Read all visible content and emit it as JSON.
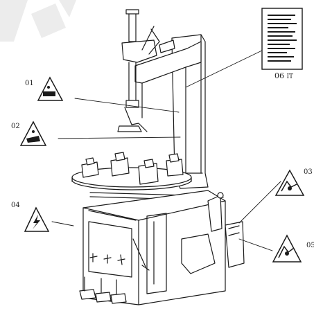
{
  "callouts": [
    {
      "id": "01",
      "label": "01",
      "icon": "warning-crush-icon"
    },
    {
      "id": "02",
      "label": "02",
      "icon": "warning-hand-crush-icon"
    },
    {
      "id": "03",
      "label": "03",
      "icon": "warning-tyre-burst-icon"
    },
    {
      "id": "04",
      "label": "04",
      "icon": "warning-electric-shock-icon"
    },
    {
      "id": "05",
      "label": "05",
      "icon": "warning-tyre-burst-icon"
    },
    {
      "id": "06",
      "label": "06",
      "icon": "instruction-manual-icon"
    }
  ],
  "manual": {
    "code": "06",
    "lang": "IT"
  },
  "watermark": {
    "text": "DRAFT",
    "color": "#eaeaea"
  },
  "colors": {
    "ink": "#1a1a1a",
    "background": "#ffffff"
  }
}
